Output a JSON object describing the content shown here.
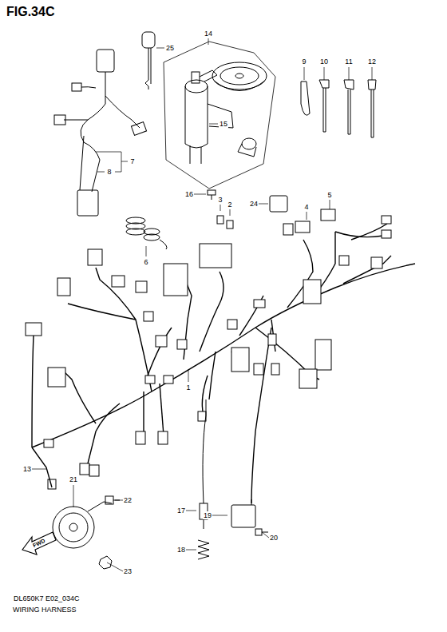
{
  "diagram": {
    "title": "FIG.34C",
    "caption": "WIRING HARNESS",
    "labels": [
      "25",
      "14",
      "15",
      "16",
      "9",
      "10",
      "11",
      "12",
      "7",
      "8",
      "24",
      "3",
      "2",
      "4",
      "5",
      "6",
      "1",
      "13",
      "21",
      "22",
      "23",
      "17",
      "19",
      "18",
      "20",
      "FWD",
      "DL650K7 E02_034C"
    ]
  }
}
